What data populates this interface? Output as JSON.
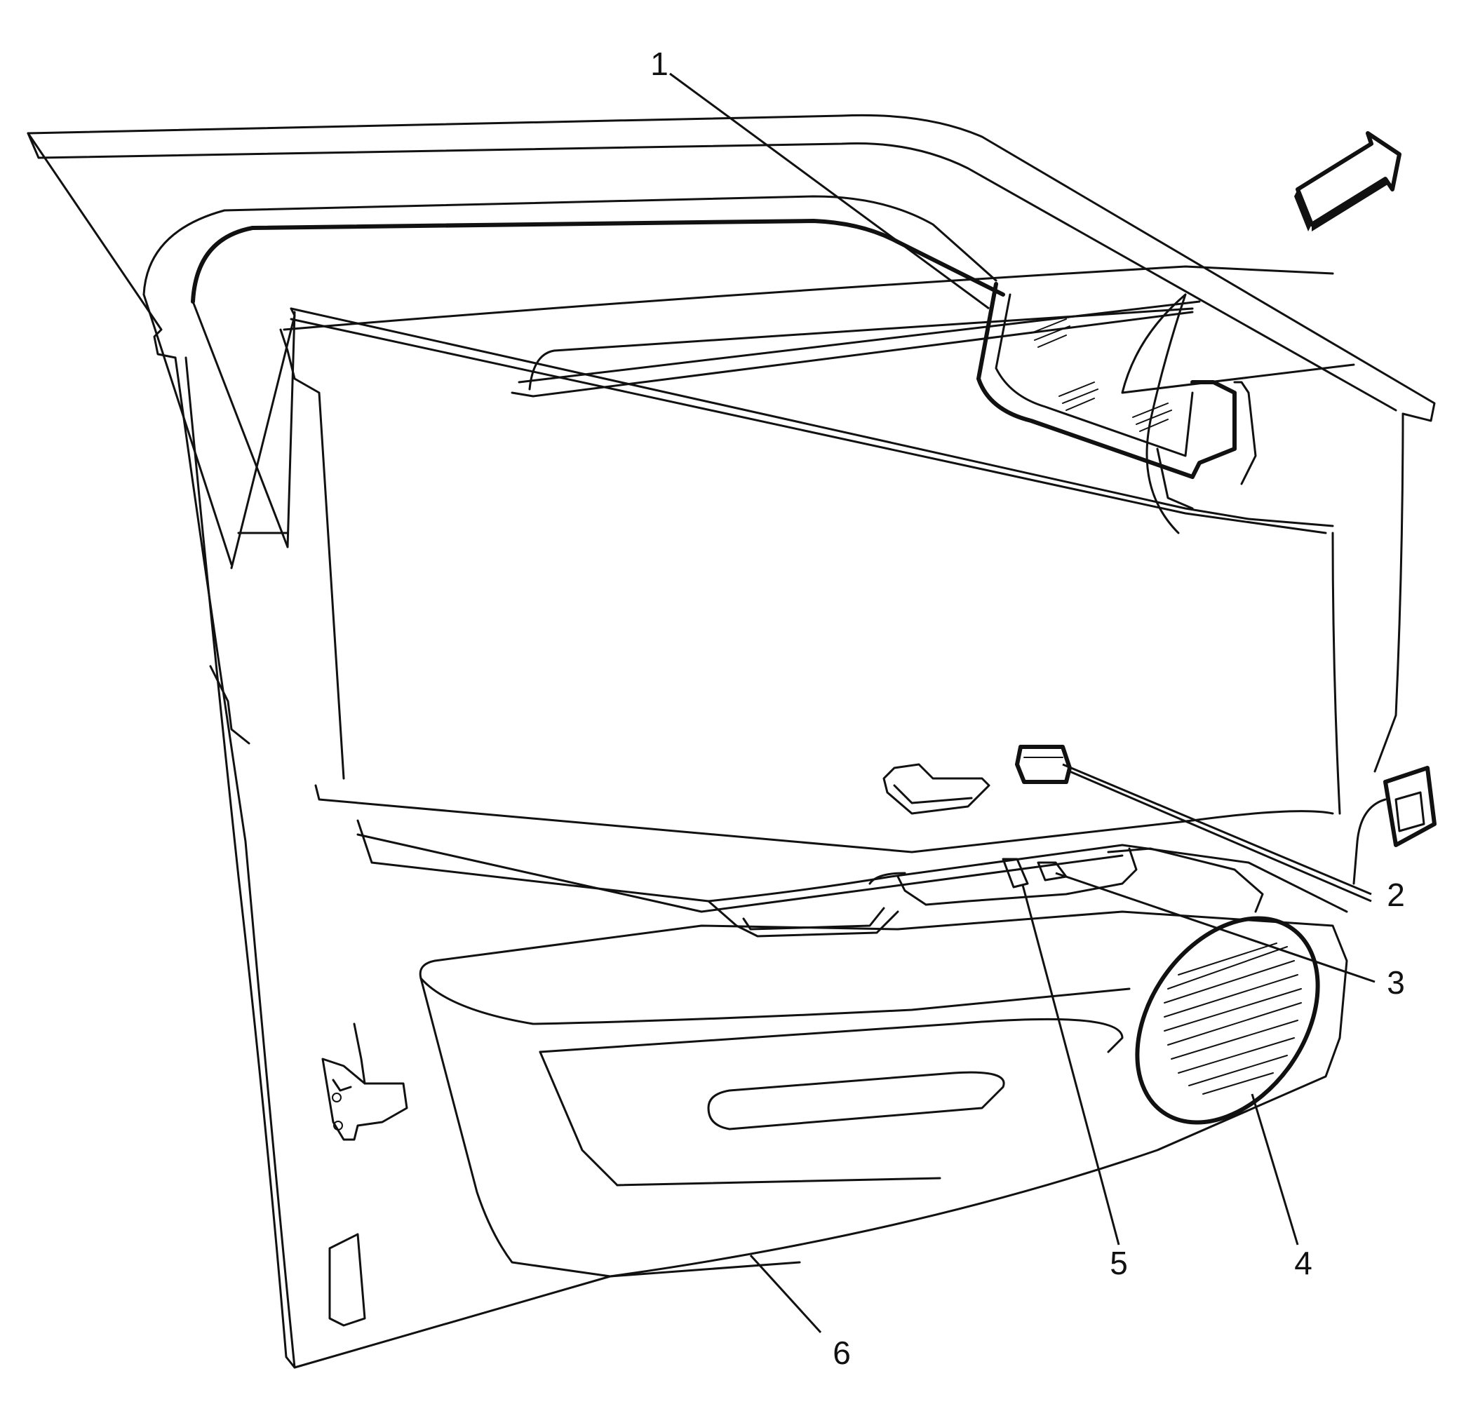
{
  "callouts": [
    {
      "id": "1",
      "label": "1"
    },
    {
      "id": "2",
      "label": "2"
    },
    {
      "id": "3",
      "label": "3"
    },
    {
      "id": "4",
      "label": "4"
    },
    {
      "id": "5",
      "label": "5"
    },
    {
      "id": "6",
      "label": "6"
    }
  ],
  "icons": {
    "direction": "forward-arrow-icon"
  }
}
